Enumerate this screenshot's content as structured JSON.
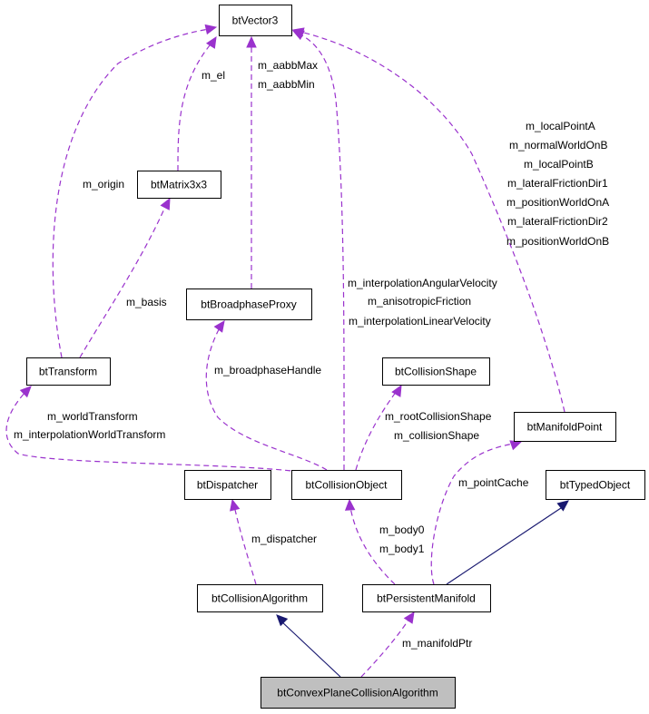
{
  "colors": {
    "usage_edge": "#9a32cd",
    "inherit_edge": "#191970",
    "highlight_fill": "#bfbfbf",
    "node_border": "#000000"
  },
  "nodes": [
    {
      "id": "btVector3",
      "label": "btVector3"
    },
    {
      "id": "btMatrix3x3",
      "label": "btMatrix3x3"
    },
    {
      "id": "btBroadphaseProxy",
      "label": "btBroadphaseProxy"
    },
    {
      "id": "btTransform",
      "label": "btTransform"
    },
    {
      "id": "btCollisionShape",
      "label": "btCollisionShape"
    },
    {
      "id": "btManifoldPoint",
      "label": "btManifoldPoint"
    },
    {
      "id": "btDispatcher",
      "label": "btDispatcher"
    },
    {
      "id": "btCollisionObject",
      "label": "btCollisionObject"
    },
    {
      "id": "btTypedObject",
      "label": "btTypedObject"
    },
    {
      "id": "btCollisionAlgorithm",
      "label": "btCollisionAlgorithm"
    },
    {
      "id": "btPersistentManifold",
      "label": "btPersistentManifold"
    },
    {
      "id": "btConvexPlaneCollisionAlgorithm",
      "label": "btConvexPlaneCollisionAlgorithm",
      "highlighted": true
    }
  ],
  "edges": [
    {
      "id": "matrix-vector",
      "from": "btMatrix3x3",
      "to": "btVector3",
      "kind": "usage",
      "labels": [
        "m_el"
      ]
    },
    {
      "id": "proxy-vector",
      "from": "btBroadphaseProxy",
      "to": "btVector3",
      "kind": "usage",
      "labels": [
        "m_aabbMax",
        "m_aabbMin"
      ]
    },
    {
      "id": "transform-vector",
      "from": "btTransform",
      "to": "btVector3",
      "kind": "usage",
      "labels": [
        "m_origin"
      ]
    },
    {
      "id": "transform-matrix",
      "from": "btTransform",
      "to": "btMatrix3x3",
      "kind": "usage",
      "labels": [
        "m_basis"
      ]
    },
    {
      "id": "object-vector",
      "from": "btCollisionObject",
      "to": "btVector3",
      "kind": "usage",
      "labels": [
        "m_interpolationAngularVelocity",
        "m_anisotropicFriction",
        "m_interpolationLinearVelocity"
      ]
    },
    {
      "id": "point-vector",
      "from": "btManifoldPoint",
      "to": "btVector3",
      "kind": "usage",
      "labels": [
        "m_localPointA",
        "m_normalWorldOnB",
        "m_localPointB",
        "m_lateralFrictionDir1",
        "m_positionWorldOnA",
        "m_lateralFrictionDir2",
        "m_positionWorldOnB"
      ]
    },
    {
      "id": "object-proxy",
      "from": "btCollisionObject",
      "to": "btBroadphaseProxy",
      "kind": "usage",
      "labels": [
        "m_broadphaseHandle"
      ]
    },
    {
      "id": "object-transform",
      "from": "btCollisionObject",
      "to": "btTransform",
      "kind": "usage",
      "labels": [
        "m_worldTransform",
        "m_interpolationWorldTransform"
      ]
    },
    {
      "id": "object-shape",
      "from": "btCollisionObject",
      "to": "btCollisionShape",
      "kind": "usage",
      "labels": [
        "m_rootCollisionShape",
        "m_collisionShape"
      ]
    },
    {
      "id": "manifold-point",
      "from": "btPersistentManifold",
      "to": "btManifoldPoint",
      "kind": "usage",
      "labels": [
        "m_pointCache"
      ]
    },
    {
      "id": "manifold-object",
      "from": "btPersistentManifold",
      "to": "btCollisionObject",
      "kind": "usage",
      "labels": [
        "m_body0",
        "m_body1"
      ]
    },
    {
      "id": "manifold-typed",
      "from": "btPersistentManifold",
      "to": "btTypedObject",
      "kind": "inherit",
      "labels": []
    },
    {
      "id": "algorithm-dispatcher",
      "from": "btCollisionAlgorithm",
      "to": "btDispatcher",
      "kind": "usage",
      "labels": [
        "m_dispatcher"
      ]
    },
    {
      "id": "convex-algorithm",
      "from": "btConvexPlaneCollisionAlgorithm",
      "to": "btCollisionAlgorithm",
      "kind": "inherit",
      "labels": []
    },
    {
      "id": "convex-manifold",
      "from": "btConvexPlaneCollisionAlgorithm",
      "to": "btPersistentManifold",
      "kind": "usage",
      "labels": [
        "m_manifoldPtr"
      ]
    }
  ]
}
